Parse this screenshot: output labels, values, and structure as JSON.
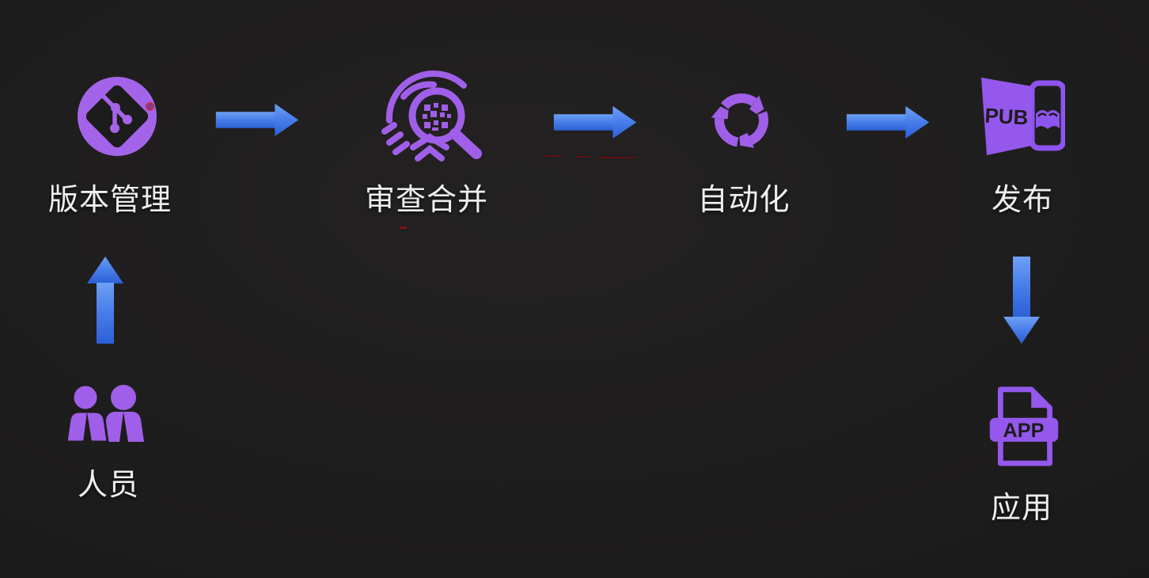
{
  "colors": {
    "background": "#1d1c1c",
    "icon_purple": "#a05fe8",
    "arrow_blue_light": "#5f93f2",
    "arrow_blue_dark": "#2c5fd6",
    "label_text": "#efefef",
    "icon_letter_dark": "#1d1c1c"
  },
  "nodes": {
    "version_control": {
      "label": "版本管理"
    },
    "review_merge": {
      "label": "审查合并"
    },
    "automation": {
      "label": "自动化"
    },
    "publish": {
      "label": "发布",
      "icon_text": "PUB"
    },
    "people": {
      "label": "人员"
    },
    "application": {
      "label": "应用",
      "icon_text": "APP"
    }
  },
  "flow": [
    {
      "from": "人员",
      "to": "版本管理",
      "direction": "up"
    },
    {
      "from": "版本管理",
      "to": "审查合并",
      "direction": "right"
    },
    {
      "from": "审查合并",
      "to": "自动化",
      "direction": "right"
    },
    {
      "from": "自动化",
      "to": "发布",
      "direction": "right"
    },
    {
      "from": "发布",
      "to": "应用",
      "direction": "down"
    }
  ]
}
